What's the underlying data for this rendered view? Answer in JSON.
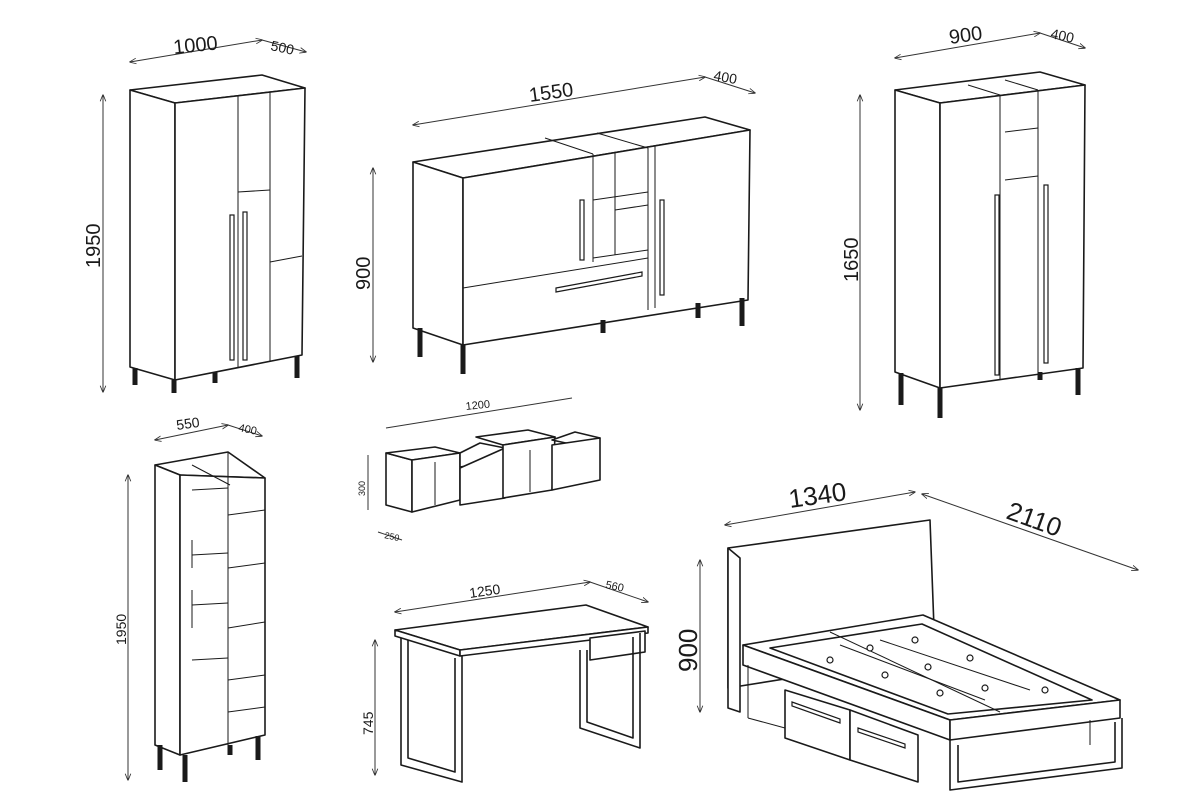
{
  "wardrobe": {
    "width": "1000",
    "depth": "500",
    "height": "1950"
  },
  "sideboard": {
    "width": "1550",
    "depth": "400",
    "height": "900"
  },
  "tall_cabinet": {
    "width": "900",
    "depth": "400",
    "height": "1650"
  },
  "bookcase": {
    "width": "550",
    "depth": "400",
    "height": "1950"
  },
  "wall_shelf": {
    "width": "1200",
    "height": "300",
    "depth": "250"
  },
  "desk": {
    "width": "1250",
    "depth": "560",
    "height": "745"
  },
  "bed": {
    "width": "1340",
    "length": "2110",
    "height": "900"
  }
}
